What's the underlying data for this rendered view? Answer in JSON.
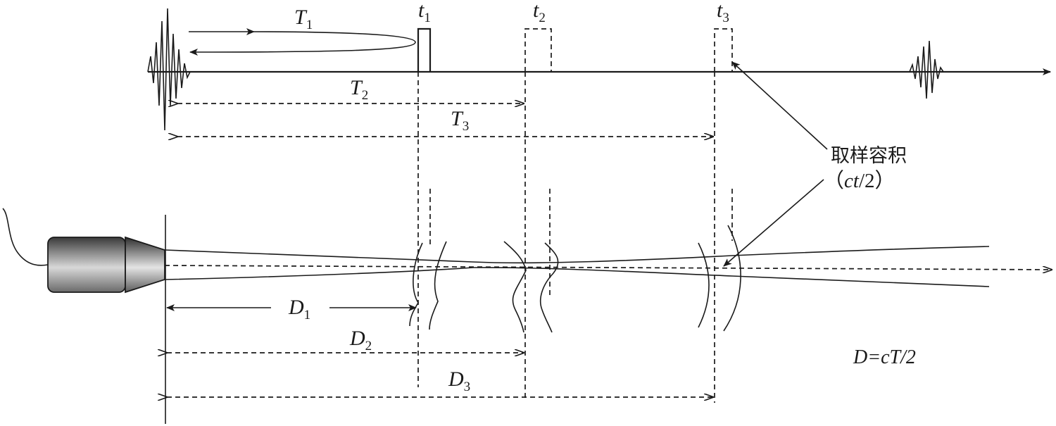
{
  "timing": {
    "T1": {
      "base": "T",
      "sub": "1"
    },
    "T2": {
      "base": "T",
      "sub": "2"
    },
    "T3": {
      "base": "T",
      "sub": "3"
    },
    "t1": {
      "base": "t",
      "sub": "1"
    },
    "t2": {
      "base": "t",
      "sub": "2"
    },
    "t3": {
      "base": "t",
      "sub": "3"
    }
  },
  "distance": {
    "D1": {
      "base": "D",
      "sub": "1"
    },
    "D2": {
      "base": "D",
      "sub": "2"
    },
    "D3": {
      "base": "D",
      "sub": "3"
    }
  },
  "annotation": {
    "sampling_volume": "取样容积",
    "formula_open": "（",
    "formula_var": "ct",
    "formula_rest": "/2",
    "formula_close": "）"
  },
  "equation": "D=cT/2",
  "colors": {
    "ink": "#1a1a1a",
    "transducer_dark": "#3a3a3a",
    "transducer_light": "#d8d8d8"
  }
}
